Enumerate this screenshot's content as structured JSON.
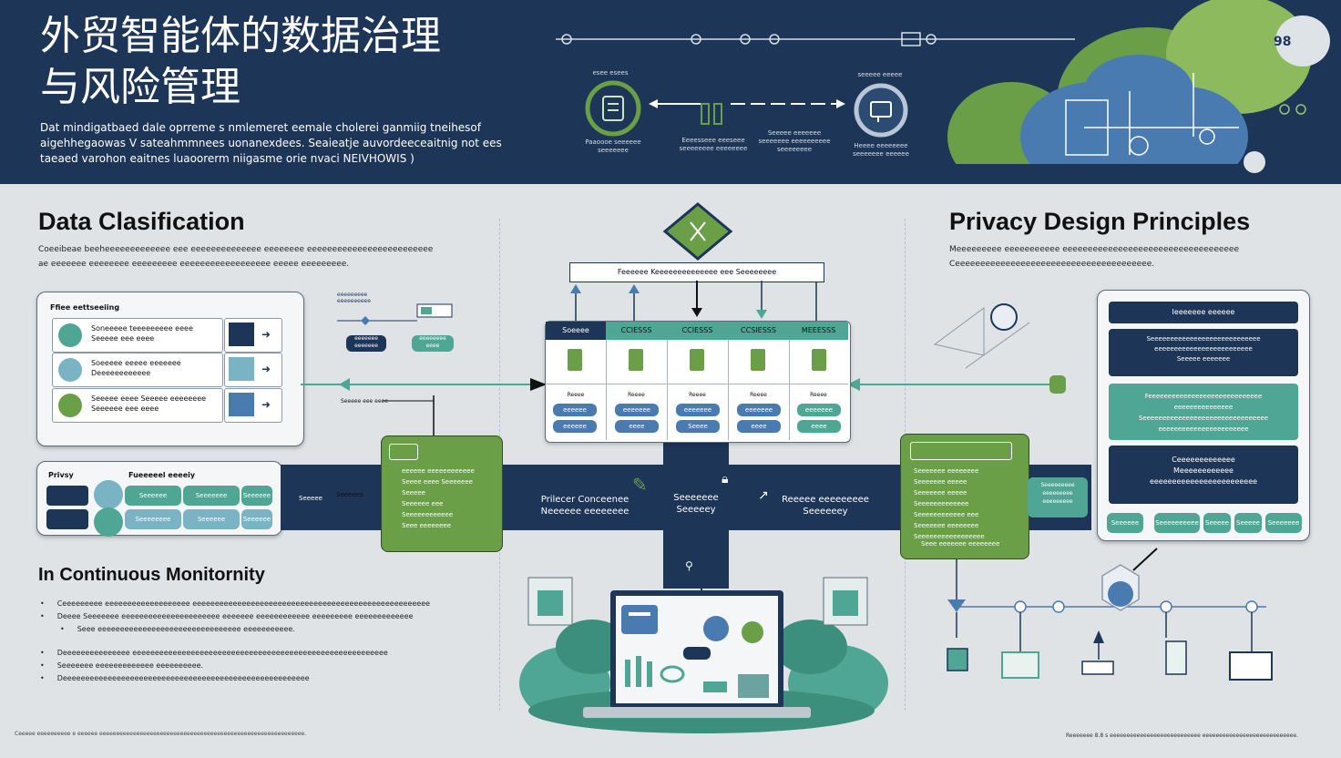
{
  "hero": {
    "title": "外贸智能体的数据治理\n与风险管理",
    "desc": "Dat mindigatbaed dale oprreme s nmlemeret eemale cholerei ganmiig tneihesof aigehhegaowas V sateahmmnees uonanexdees. Seaieatje auvordeeceaitnig not ees taeaed varohon eaitnes luaoorerm niigasme orie nvaci NEIVHOWIS )",
    "nodes": [
      {
        "top": "esee esees",
        "bottom": "Paaoooe seeeeee\nseeeeeee"
      },
      {
        "top": "",
        "bottom": "Eeeesseee eeeseee\nseeeeeeee eeeeeeee"
      },
      {
        "top": "",
        "bottom": "Seeeee eeeeeee\nseeeeeee eeeeeeeeee\nseeeeeeee"
      },
      {
        "top": "seeeee eeeee",
        "bottom": "Heeee eeeeeeee\nseeeeeee eeeeee"
      }
    ],
    "chip": "98"
  },
  "left": {
    "title": "Data Clasification",
    "desc": "Coeeibeae beeheeeeeeeeeeeee eee eeeeeeeeeeeeee eeeeeeee eeeeeeeeeeeeeeeeeeeeeeeee\nae eeeeeee eeeeeeee eeeeeeeee eeeeeeeeeeeeeeeeee eeeee eeeeeeeee.",
    "panel_title": "Ffiee eettseeiing",
    "rows": [
      {
        "line1": "Soneeeee teeeeeeeee eeee",
        "line2": "Seeeee eee eeee"
      },
      {
        "line1": "Soeeeee eeeee eeeeeee",
        "line2": "Deeeeeeeeeeee"
      },
      {
        "line1": "Seeeee eeee Seeeee eeeeeeee",
        "line2": "Seeeeee eee eeee"
      }
    ],
    "float_top": "eeeeeeeee\neeeeeeeeee",
    "float_a": "eeeeeee\neeeeeee",
    "float_b": "eeeeeeee\neeee",
    "privacy": {
      "label_a": "Privsy",
      "label_b": "Fueeeeel eeeeiy",
      "pills": [
        "Seeeeee",
        "Seeeeeee",
        "Seeeeee",
        "Seeeeeeee",
        "Seeeeee",
        "Seeeeee"
      ]
    },
    "connector": "Seeeee"
  },
  "center": {
    "banner": "Feeeeee Keeeeeeeeeeeeee eee Seeeeeeee",
    "table": {
      "headers": [
        "Soeeee",
        "CCIESSS",
        "CCIESSS",
        "CCSIESSS",
        "MEEESSS"
      ],
      "cols": [
        {
          "label": "Reeee",
          "p1": "eeeeee",
          "p2": "eeeeee"
        },
        {
          "label": "Reeee",
          "p1": "eeeeeee",
          "p2": "eeee"
        },
        {
          "label": "Reeee",
          "p1": "eeeeeee",
          "p2": "Seeee"
        },
        {
          "label": "Reeee",
          "p1": "eeeeeee",
          "p2": "eeee"
        },
        {
          "label": "Reeee",
          "p1": "eeeeeee",
          "p2": "eeee"
        }
      ]
    },
    "gpanel_left": {
      "title": "Seeeees",
      "items": [
        "eeeeee eeeeeeeeeeee",
        "Seeee eeee Seeeeeee",
        "Seeeee",
        "Seeeeee eee",
        "Seeeeeeeeeeee",
        "Seee eeeeeeee"
      ]
    },
    "bar_a": "Prilecer Conceenee\nNeeeeee eeeeeeee",
    "bar_b": "Seeeeeee\nSeeeeey",
    "bar_c": "Reeeee eeeeeeeee\nSeeeeeey",
    "gpanel_right": {
      "items": [
        "Seeeeeee eeeeeeee",
        "Seeeeeee eeeee",
        "Seeeeeee eeeee",
        "Seeeeeeeeeeeee",
        "Seeeeeeeeeeee eee",
        "Seeeeeee eeeeeeee",
        "Seeeeeeeeeeeeeeeee"
      ],
      "foot": "Seee eeeeeee eeeeeeee"
    }
  },
  "monitor": {
    "title": "In Continuous  Monitornity",
    "items": [
      "Ceeeeeeeee eeeeeeeeeeeeeeeeeee eeeeeeeeeeeeeeeeeeeeeeeeeeeeeeeeeeeeeeeeeeeeeeeeeeeee",
      "Deeee Seeeeeee eeeeeeeeeeeeeeeeeeeeee eeeeeee eeeeeeeeeeee eeeeeeeee eeeeeeeeeeeee",
      "Deeeeeeeeeeeeeee eeeeeeeeeeeeeeeeeeeeeeeeeeeeeeeeeeeeeeeeeeeeeeeeeeeeeeeee",
      "Seeeeeee eeeeeeeeeeeee eeeeeeeeee.",
      "Deeeeeeeeeeeeeeeeeeeeeeeeeeeeeeeeeeeeeeeeeeeeeeeeeeeeeee"
    ],
    "item_3_sub": "Seee eeeeeeeeeeeeeeeeeeeeeeeeeeeeeeee eeeeeeeeeee.",
    "footer": "Ceeeee eeeeeeeeee e eeeeee eeeeeeeeeeeeeeeeeeeeeeeeeeeeeeeeeeeeeeeeeeeeeeeeeeeeeeeeeeeee."
  },
  "right": {
    "title": "Privacy Design Principles",
    "desc": "Meeeeeeeee eeeeeeeeeee eeeeeeeeeeeeeeeeeeeeeeeeeeeeeeeeeee\nCeeeeeeeeeeeeeeeeeeeeeeeeeeeeeeeeeeeeeee.",
    "cards": [
      {
        "text": "Ieeeeeee eeeeee"
      },
      {
        "text": "Seeeeeeeeeeeeeeeeeeeeeeeeeeee\neeeeeeeeeeeeeeeeeeeeeeeee\nSeeeee eeeeeee"
      },
      {
        "text": "Feeeeeeeeeeeeeeeeeeeeeeeeeeeee\neeeeeeeeeeeeeee\nSeeeeeeeeeeeeeeeeeeeeeeeeeeeeeeee\neeeeeeeeeeeeeeeeeeeeeee"
      },
      {
        "text": "Ceeeeeeeeeeeee\nMeeeeeeeeeeee\neeeeeeeeeeeeeeeeeeeeeeee"
      }
    ],
    "pills": [
      "Seeeeee",
      "Seeeeeeeeee",
      "Seeeee",
      "Seeeee",
      "Seeeeeee"
    ],
    "connector": "Seeeeeeeee\neeeeeeeee\neeeeeeeee",
    "footer": "Reeeeeee 8.8 s eeeeeeeeeeeeeeeeeeeeeeeeeee eeeeeeeeeeeeeeeeeeeeeeeeeeee."
  },
  "colors": {
    "navy": "#1d3557",
    "green": "#6a9f48",
    "teal": "#4fa694",
    "bg": "#dfe3e6"
  }
}
